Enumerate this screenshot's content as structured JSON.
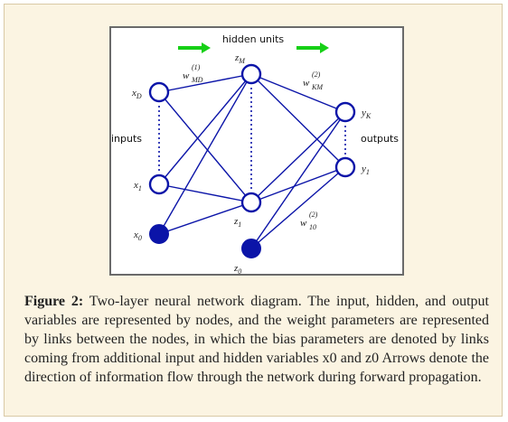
{
  "diagram": {
    "title": "hidden units",
    "inputs_label": "inputs",
    "outputs_label": "outputs",
    "nodes": {
      "xD": {
        "base": "x",
        "sub": "D"
      },
      "x1": {
        "base": "x",
        "sub": "1"
      },
      "x0": {
        "base": "x",
        "sub": "0"
      },
      "zM": {
        "base": "z",
        "sub": "M"
      },
      "z1": {
        "base": "z",
        "sub": "1"
      },
      "z0": {
        "base": "z",
        "sub": "0"
      },
      "yK": {
        "base": "y",
        "sub": "K"
      },
      "y1": {
        "base": "y",
        "sub": "1"
      }
    },
    "weights": {
      "w1_MD": {
        "base": "w",
        "sup": "(1)",
        "sub": "MD"
      },
      "w2_KM": {
        "base": "w",
        "sup": "(2)",
        "sub": "KM"
      },
      "w2_10": {
        "base": "w",
        "sup": "(2)",
        "sub": "10"
      }
    },
    "colors": {
      "node": "#0b14a8",
      "arrow": "#16d016"
    }
  },
  "caption": {
    "prefix": "Figure 2:",
    "text": "Two-layer neural network diagram. The input, hidden, and output variables are represented by nodes, and the weight parameters are represented by links between the nodes, in which the bias parameters are denoted by links coming from additional input and hidden variables x0 and z0 Arrows denote the direction of information flow through the network during forward propagation."
  }
}
